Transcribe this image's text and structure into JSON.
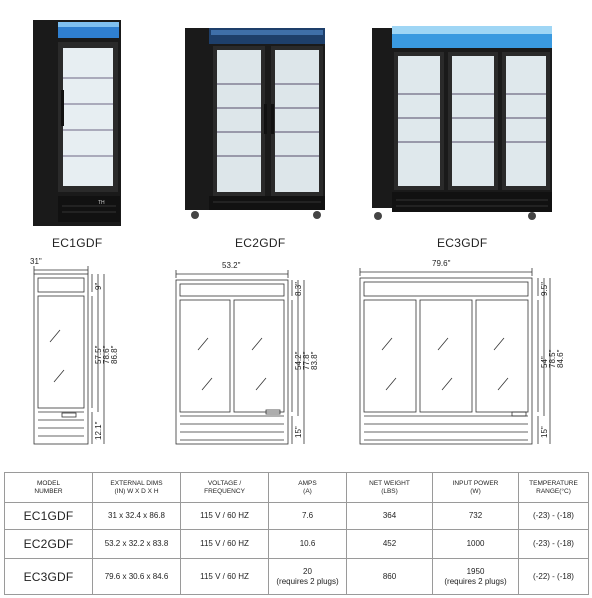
{
  "models": [
    "EC1GDF",
    "EC2GDF",
    "EC3GDF"
  ],
  "brand_mark": "TH",
  "dimensions": {
    "ec1": {
      "width": "31\"",
      "top": "9\"",
      "door": "57.5\"",
      "body": "78.6\"",
      "overall": "86.8\"",
      "base": "12.1\""
    },
    "ec2": {
      "width": "53.2\"",
      "top": "8.3\"",
      "door": "54.2\"",
      "body": "77.8\"",
      "overall": "83.8\"",
      "base": "15\""
    },
    "ec3": {
      "width": "79.6\"",
      "top": "9.5\"",
      "door": "54\"",
      "body": "78.5\"",
      "overall": "84.6\"",
      "base": "15\""
    }
  },
  "table": {
    "headers": [
      {
        "line1": "MODEL",
        "line2": "NUMBER"
      },
      {
        "line1": "EXTERNAL DIMS",
        "line2": "(IN) W X D X H"
      },
      {
        "line1": "VOLTAGE /",
        "line2": "FREQUENCY"
      },
      {
        "line1": "AMPS",
        "line2": "(A)"
      },
      {
        "line1": "NET WEIGHT",
        "line2": "(LBS)"
      },
      {
        "line1": "INPUT POWER",
        "line2": "(W)"
      },
      {
        "line1": "TEMPERATURE",
        "line2": "RANGE(°C)"
      }
    ],
    "rows": [
      {
        "model": "EC1GDF",
        "dims": "31 x 32.4 x 86.8",
        "voltage": "115 V / 60 HZ",
        "amps": "7.6",
        "amps_note": "",
        "weight": "364",
        "power": "732",
        "power_note": "",
        "temp": "(-23) - (-18)"
      },
      {
        "model": "EC2GDF",
        "dims": "53.2 x 32.2  x 83.8",
        "voltage": "115 V / 60 HZ",
        "amps": "10.6",
        "amps_note": "",
        "weight": "452",
        "power": "1000",
        "power_note": "",
        "temp": "(-23) - (-18)"
      },
      {
        "model": "EC3GDF",
        "dims": "79.6 x 30.6 x 84.6",
        "voltage": "115 V / 60 HZ",
        "amps": "20",
        "amps_note": "(requires 2 plugs)",
        "weight": "860",
        "power": "1950",
        "power_note": "(requires 2 plugs)",
        "temp": "(-22) - (-18)"
      }
    ]
  },
  "colors": {
    "cabinet": "#1a1a1a",
    "sign": "#2f7fd0",
    "glass": "#e7eef2",
    "line": "#333333"
  }
}
